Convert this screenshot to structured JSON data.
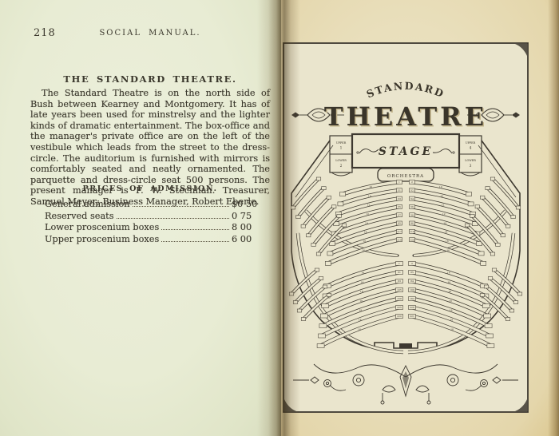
{
  "left_page": {
    "page_number": "218",
    "running_head": "SOCIAL MANUAL.",
    "heading": "THE STANDARD THEATRE.",
    "body": "The Standard Theatre is on the north side of Bush between Kearney and Montgomery.  It has of late years been used for minstrelsy and the lighter kinds of dramatic entertainment.  The box-office and the manager's private office are on the left of the vestibule which leads from the street to the dress-circle.  The auditorium is furnished with mirrors is comfortably seated and neatly ornamented. The parquette and dress-circle seat 500 persons.  The present manager is F. W. Stechhan.  Treasurer, Samuel Meyer; Business Manager, Robert Eberle.",
    "prices_heading": "PRICES OF ADMISSION.",
    "prices": [
      {
        "label": "General admission",
        "amount": "$0 50"
      },
      {
        "label": "Reserved seats",
        "amount": "0 75"
      },
      {
        "label": "Lower proscenium boxes",
        "amount": "8 00"
      },
      {
        "label": "Upper proscenium boxes",
        "amount": "6 00"
      }
    ]
  },
  "right_page": {
    "title_top": "STANDARD",
    "title_main": "THEATRE",
    "stage_label": "STAGE",
    "orchestra_label": "ORCHESTRA",
    "boxes": [
      {
        "line1": "UPPER",
        "line2": "1"
      },
      {
        "line1": "LOWER",
        "line2": "2"
      },
      {
        "line1": "UPPER",
        "line2": "4"
      },
      {
        "line1": "LOWER",
        "line2": "3"
      }
    ],
    "seating": {
      "upper_left": {
        "mids": [
          "10",
          "10",
          "12",
          "12",
          "14",
          "14",
          "16",
          "16"
        ],
        "inner": [
          "1",
          "51",
          "53",
          "55",
          "57",
          "95",
          "117",
          "119"
        ],
        "outer": [
          "",
          "",
          "",
          "",
          "",
          "",
          "",
          ""
        ]
      },
      "upper_right": {
        "mids": [
          "10",
          "10",
          "12",
          "12",
          "14",
          "14",
          "16",
          "16"
        ],
        "inner": [
          "2",
          "52",
          "54",
          "56",
          "58",
          "96",
          "118",
          "120"
        ],
        "outer": [
          "",
          "",
          "",
          "",
          "",
          "",
          "",
          ""
        ]
      },
      "lower_left": {
        "mids": [
          "16",
          "16",
          "18",
          "18",
          "18",
          "18",
          "18"
        ],
        "inner": [
          "1",
          "81",
          "83",
          "105",
          "158",
          "225",
          "220"
        ],
        "outer": [
          "",
          "",
          "",
          "",
          "",
          "",
          ""
        ]
      },
      "lower_right": {
        "mids": [
          "16",
          "16",
          "18",
          "18",
          "18",
          "18",
          "18"
        ],
        "inner": [
          "2",
          "85",
          "84",
          "109",
          "162",
          "226",
          "221"
        ],
        "outer": [
          "",
          "",
          "",
          "",
          "",
          "",
          ""
        ]
      },
      "side_rows": {
        "upper_count": 6,
        "lower_count": 4
      }
    }
  }
}
